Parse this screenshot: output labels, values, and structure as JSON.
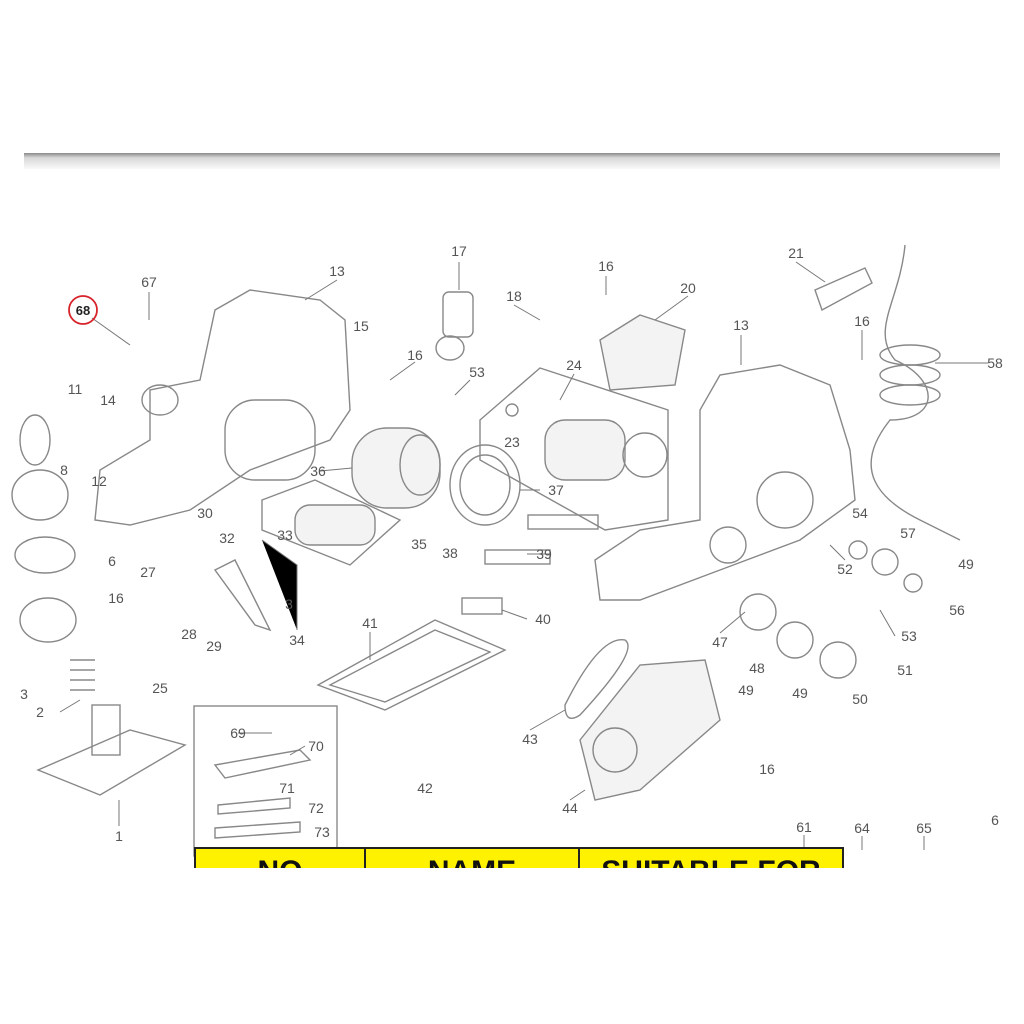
{
  "diagram": {
    "highlighted_label": "68",
    "labels": [
      "68",
      "67",
      "13",
      "17",
      "16",
      "20",
      "21",
      "16",
      "58",
      "15",
      "16",
      "18",
      "53",
      "24",
      "13",
      "11",
      "14",
      "12",
      "8",
      "23",
      "36",
      "37",
      "6",
      "30",
      "32",
      "33",
      "3",
      "27",
      "35",
      "38",
      "39",
      "54",
      "57",
      "49",
      "52",
      "56",
      "40",
      "16",
      "28",
      "29",
      "34",
      "41",
      "53",
      "47",
      "48",
      "49",
      "49",
      "51",
      "50",
      "25",
      "2",
      "3",
      "69",
      "70",
      "71",
      "72",
      "73",
      "43",
      "16",
      "42",
      "44",
      "1",
      "61",
      "64",
      "65",
      "6"
    ]
  },
  "table": {
    "headers": [
      "NO",
      "NAME",
      "SUITABLE FOR"
    ],
    "header_color": "#FFF200"
  },
  "colors": {
    "highlight": "#D8232A",
    "line": "#888888"
  }
}
